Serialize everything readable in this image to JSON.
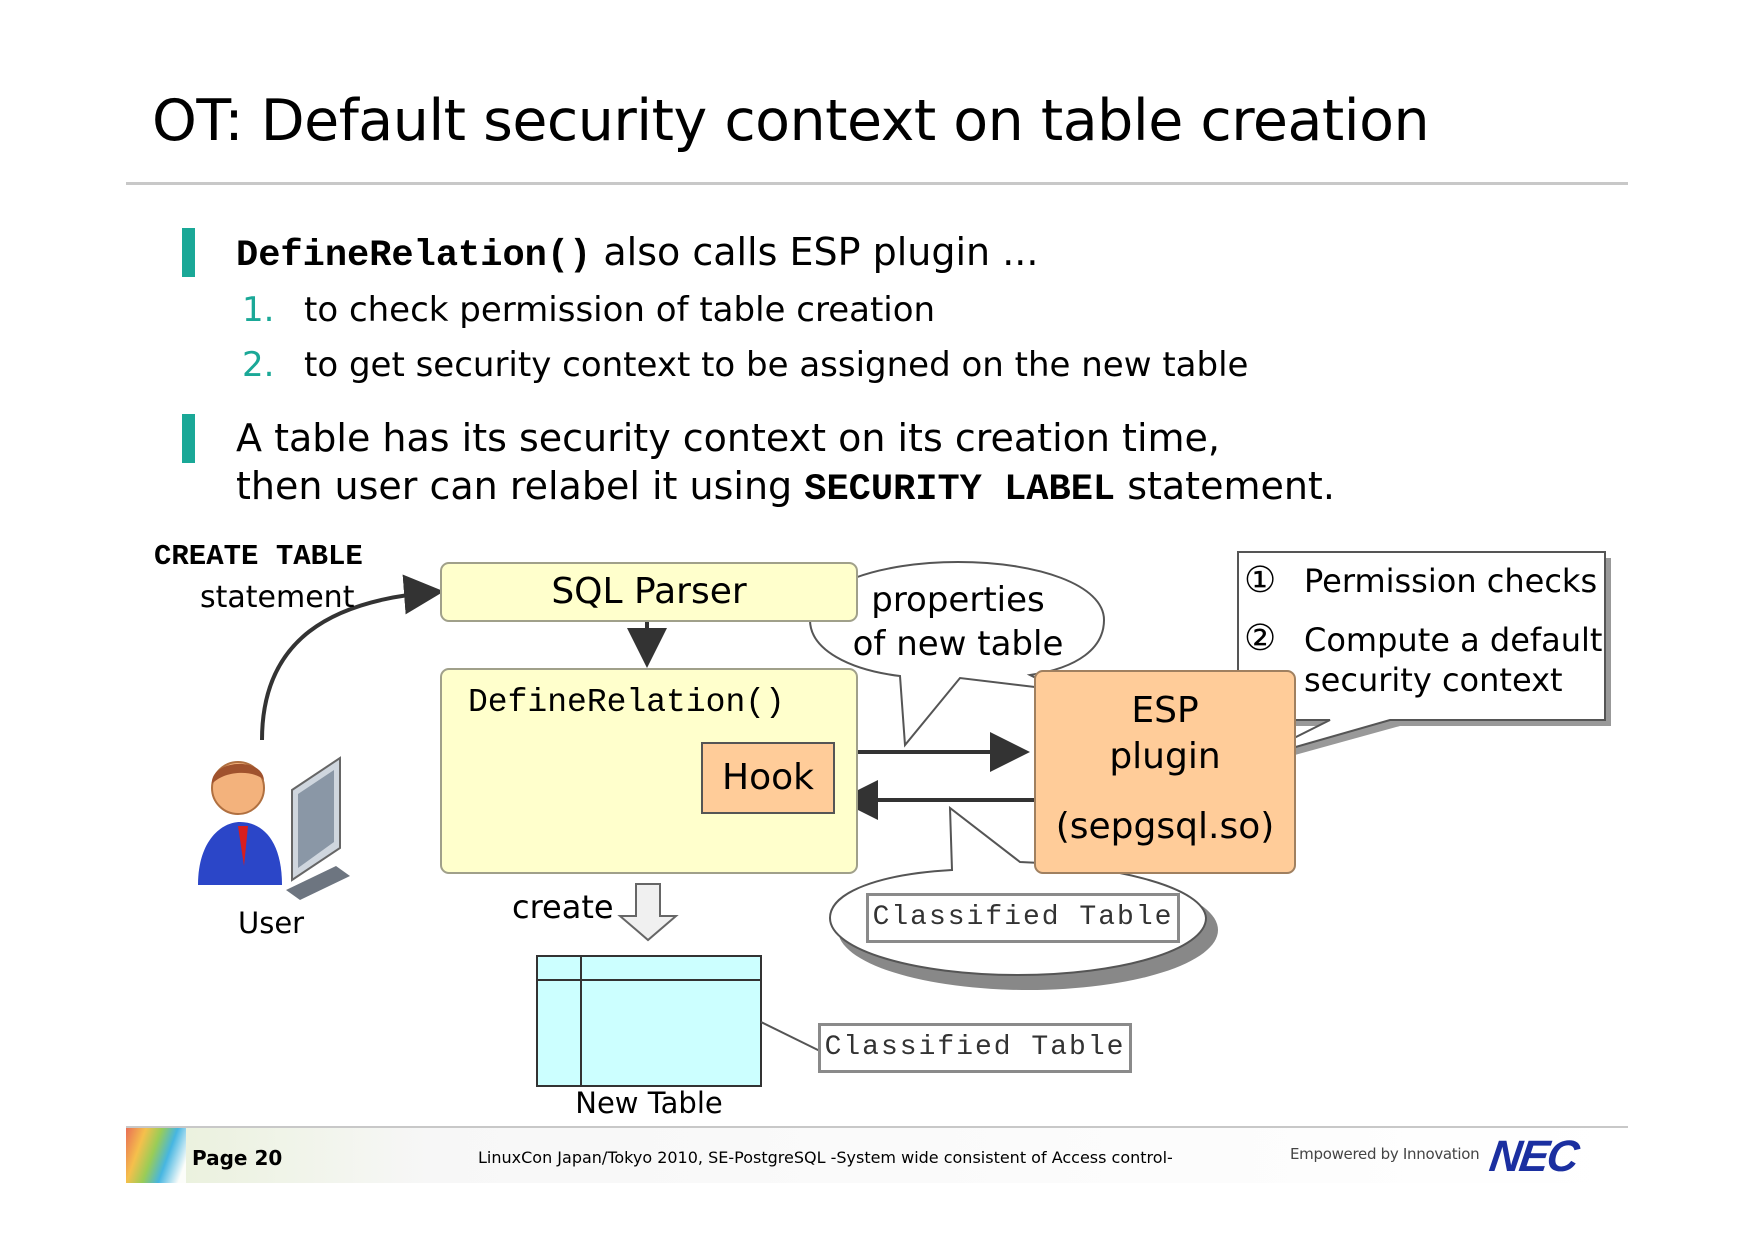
{
  "title": "OT: Default security context on table creation",
  "bullets": {
    "b1": {
      "code": "DefineRelation()",
      "rest": " also calls ESP plugin ...",
      "items": [
        {
          "num": "1.",
          "text": "to check permission of table creation"
        },
        {
          "num": "2.",
          "text": "to get security context to be assigned on the new table"
        }
      ]
    },
    "b2": {
      "line1": "A table has its security context on its creation time,",
      "line2_pre": "then user can relabel it using ",
      "line2_code": "SECURITY LABEL",
      "line2_post": " statement."
    }
  },
  "diagram": {
    "create_table_code": "CREATE TABLE",
    "create_table_word": "statement",
    "user": "User",
    "sql_parser": "SQL Parser",
    "define_relation": "DefineRelation()",
    "hook": "Hook",
    "properties_line1": "properties",
    "properties_line2": "of new table",
    "esp_line1": "ESP",
    "esp_line2": "plugin",
    "esp_line3": "(sepgsql.so)",
    "callout": {
      "item1_num": "①",
      "item1_text": "Permission checks",
      "item2_num": "②",
      "item2_line1": "Compute a default",
      "item2_line2": "security context"
    },
    "classified_bubble": "Classified Table",
    "create_label": "create",
    "new_table": "New Table",
    "classified_label": "Classified Table"
  },
  "footer": {
    "page": "Page 20",
    "note": "LinuxCon Japan/Tokyo 2010, SE-PostgreSQL -System wide consistent of Access control-",
    "tagline": "Empowered by Innovation",
    "logo": "NEC"
  },
  "colors": {
    "accent": "#1aa897",
    "yellow_box": "#ffffcc",
    "orange_box": "#ffcc99",
    "table_fill": "#ccffff",
    "logo": "#1b2fa0"
  }
}
